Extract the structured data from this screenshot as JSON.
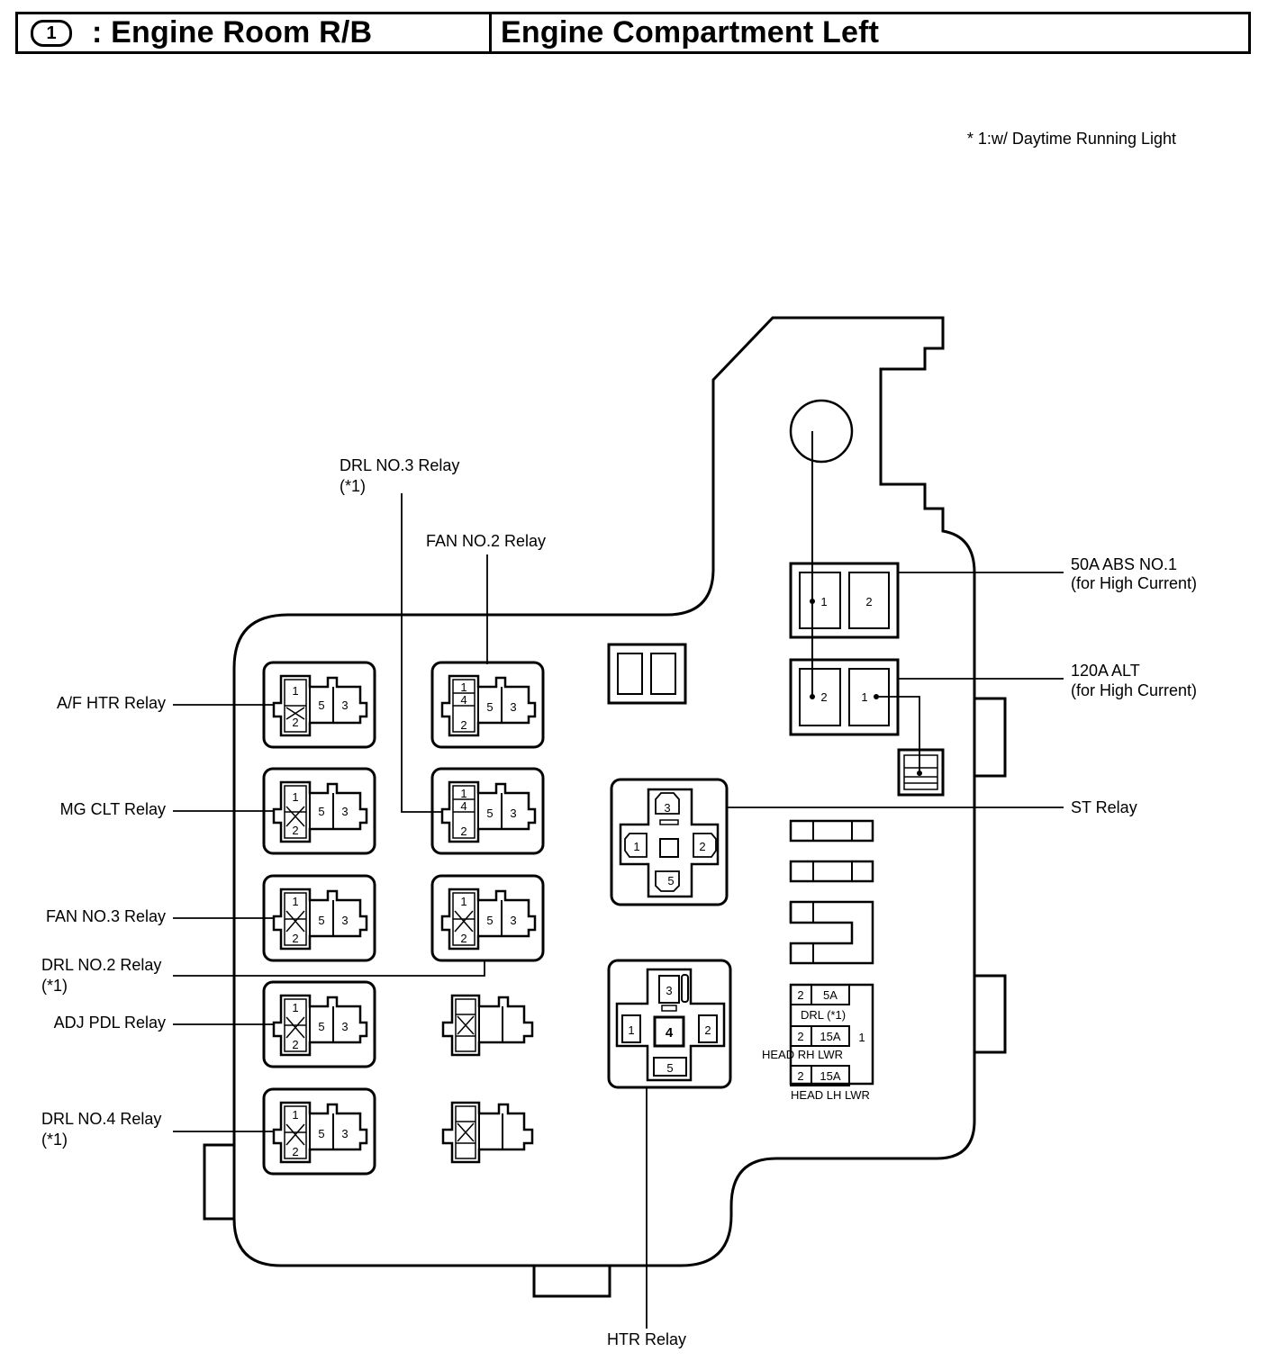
{
  "header": {
    "circle_number": "1",
    "title": ": Engine Room R/B",
    "location": "Engine Compartment Left"
  },
  "note": "* 1:w/ Daytime Running Light",
  "callouts": {
    "af_htr_relay": "A/F HTR Relay",
    "mg_clt_relay": "MG CLT Relay",
    "fan_no3_relay": "FAN NO.3 Relay",
    "drl_no2_relay": "DRL NO.2 Relay",
    "drl_no2_note": "(*1)",
    "adj_pdl_relay": "ADJ PDL Relay",
    "drl_no4_relay": "DRL NO.4 Relay",
    "drl_no4_note": "(*1)",
    "drl_no3_relay": "DRL NO.3 Relay",
    "drl_no3_note": "(*1)",
    "fan_no2_relay": "FAN NO.2 Relay",
    "abs_fuse": "50A ABS NO.1",
    "abs_fuse_note": "(for High Current)",
    "alt_fuse": "120A ALT",
    "alt_fuse_note": "(for High Current)",
    "st_relay": "ST Relay",
    "htr_relay": "HTR Relay"
  },
  "relay_pins": {
    "p1": "1",
    "p2": "2",
    "p3": "3",
    "p4": "4",
    "p5": "5"
  },
  "fuses": {
    "drl": {
      "pin": "2",
      "amp": "5A",
      "name": "DRL (*1)"
    },
    "head_rh": {
      "pin": "2",
      "amp": "15A",
      "name": "HEAD RH LWR"
    },
    "head_lh": {
      "pin": "2",
      "amp": "15A",
      "name": "HEAD LH LWR"
    },
    "common_pin": "1"
  }
}
